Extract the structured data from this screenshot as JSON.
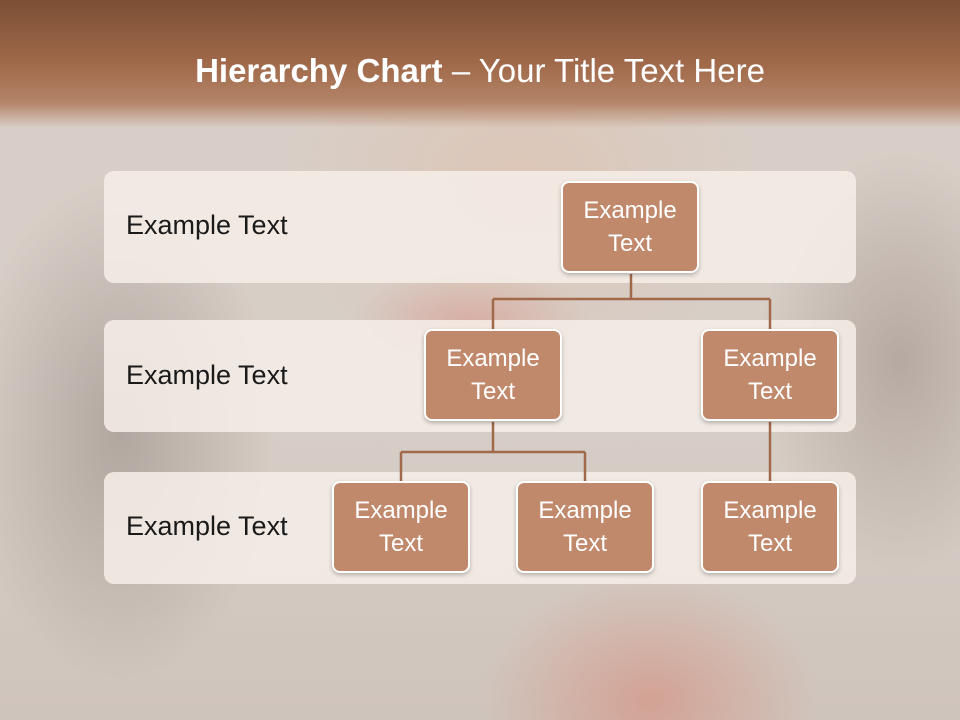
{
  "title": {
    "bold": "Hierarchy Chart",
    "rest": " – Your Title Text Here"
  },
  "levels": [
    {
      "label": "Example Text"
    },
    {
      "label": "Example Text"
    },
    {
      "label": "Example Text"
    }
  ],
  "nodes": {
    "root": "Example Text",
    "l2_left": "Example Text",
    "l2_right": "Example Text",
    "l3_a": "Example Text",
    "l3_b": "Example Text",
    "l3_c": "Example Text"
  },
  "colors": {
    "banner": "#7b4f34",
    "node": "#c0896c",
    "connector": "#a0694a",
    "band": "#f6eee8"
  }
}
